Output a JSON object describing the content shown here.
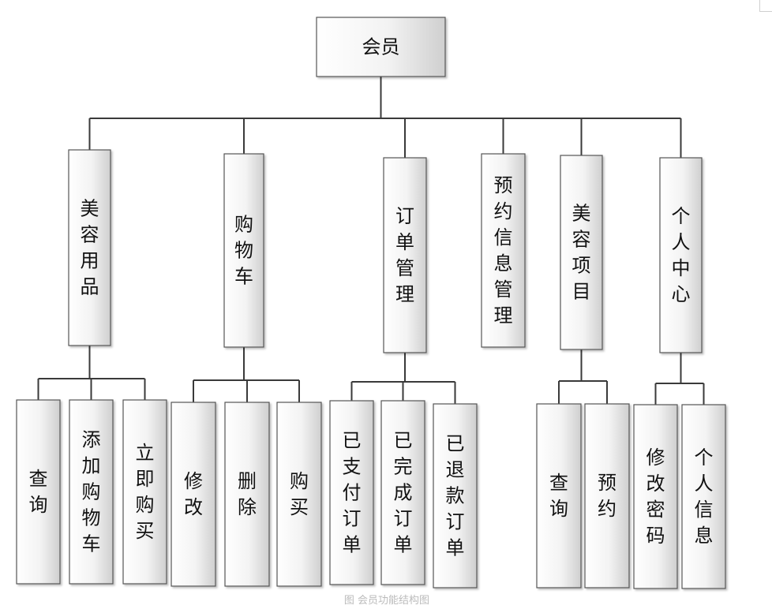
{
  "diagram": {
    "root": {
      "id": "member",
      "label": "会员"
    },
    "modules": [
      {
        "id": "beauty-products",
        "label": "美容用品",
        "children": [
          {
            "id": "bp-query",
            "label": "查询"
          },
          {
            "id": "bp-add-cart",
            "label": "添加购物车"
          },
          {
            "id": "bp-buy-now",
            "label": "立即购买"
          }
        ]
      },
      {
        "id": "cart",
        "label": "购物车",
        "children": [
          {
            "id": "cart-modify",
            "label": "修改"
          },
          {
            "id": "cart-delete",
            "label": "删除"
          },
          {
            "id": "cart-buy",
            "label": "购买"
          }
        ]
      },
      {
        "id": "orders",
        "label": "订单管理",
        "children": [
          {
            "id": "orders-paid",
            "label": "已支付订单"
          },
          {
            "id": "orders-done",
            "label": "已完成订单"
          },
          {
            "id": "orders-refunded",
            "label": "已退款订单"
          }
        ]
      },
      {
        "id": "booking-info",
        "label": "预约信息管理",
        "children": []
      },
      {
        "id": "beauty-projects",
        "label": "美容项目",
        "children": [
          {
            "id": "bj-query",
            "label": "查询"
          },
          {
            "id": "bj-book",
            "label": "预约"
          }
        ]
      },
      {
        "id": "personal-center",
        "label": "个人中心",
        "children": [
          {
            "id": "pc-password",
            "label": "修改密码"
          },
          {
            "id": "pc-info",
            "label": "个人信息"
          }
        ]
      }
    ],
    "caption": "图 会员功能结构图"
  }
}
